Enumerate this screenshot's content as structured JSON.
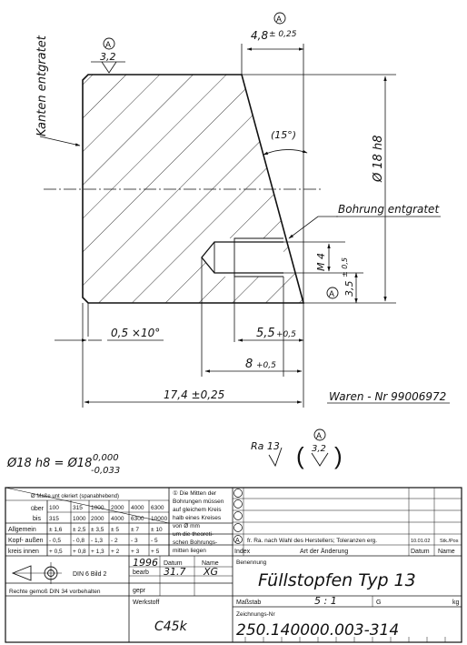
{
  "annotations": {
    "kanten_entgratet": "Kanten entgratet",
    "bohrung_entgratet": "Bohrung entgratet",
    "waren_nr": "Waren - Nr 99006972",
    "tolerance_line": "Ø18  h8  =  Ø18",
    "tolerance_upper": "0,000",
    "tolerance_lower": "-0,033"
  },
  "surface": {
    "symbol_A": "A",
    "value_32": "3,2",
    "ra_label": "Ra 13"
  },
  "dimensions": {
    "top_48": "4,8",
    "top_48_tol": "± 0,25",
    "angle_15": "(15°)",
    "dia18": "Ø 18  h8",
    "m4": "M 4",
    "d35": "3,5",
    "d35_tol": "± 0,5",
    "chamfer": "0,5 ×10°",
    "d55": "5,5",
    "d55_tol": "+0,5",
    "d8": "8",
    "d8_tol": "+0,5",
    "d174": "17,4  ±0,25"
  },
  "title_block": {
    "masse_header": "Ø Maße unt oleriert (spanabhebend)",
    "ueber": "über",
    "bis": "bis",
    "ranges_ueber": [
      "100",
      "315",
      "1000",
      "2000",
      "4000",
      "6300"
    ],
    "ranges_bis": [
      "315",
      "1000",
      "2000",
      "4000",
      "6300",
      "10000"
    ],
    "row_allgemein": "Allgemein",
    "allgemein_vals": [
      "± 1,6",
      "± 2,5",
      "± 3,5",
      "± 5",
      "± 7",
      "± 10"
    ],
    "row_kopf": "Kopf- außen",
    "kopf_vals": [
      "- 0,5",
      "- 0,8",
      "- 1,3",
      "- 2",
      "- 3",
      "- 5"
    ],
    "row_kreis": "kreis  innen",
    "kreis_vals": [
      "+ 0,5",
      "+ 0,8",
      "+ 1,3",
      "+ 2",
      "+ 3",
      "+ 5"
    ],
    "note1": "① Die Mitten der",
    "note2": "Bohrungen müssen",
    "note3": "auf gleichem Kreis",
    "note4": "halb eines Kreises",
    "note5": "von Ø          mm",
    "note6": "um die theoreti-",
    "note7": "schen Bohrungs-",
    "note8": "mitten liegen",
    "rev_text": "fr. Ra. nach Wahl des Herstellers; Toleranzen erg.",
    "rev_date": "10.01.02",
    "rev_name": "Stk./Pos",
    "index": "Index",
    "art_der_aenderung": "Art der Änderung",
    "datum": "Datum",
    "name": "Name",
    "din": "DIN 6 Bild 2",
    "rechte": "Rechte gemoß DIN 34 vorbehalten",
    "year": "1996",
    "datum_h": "Datum",
    "name_h": "Name",
    "bearb": "bearb",
    "bearb_date": "31.7",
    "bearb_name": "XG",
    "gepr": "gepr",
    "werkstoff": "Werkstoff",
    "material": "C45k",
    "benennung": "Benennung",
    "title": "Füllstopfen   Typ 13",
    "massstab": "Maßstab",
    "scale": "5 : 1",
    "g": "G",
    "kg": "kg",
    "zeichnungs_nr": "Zeichnungs-Nr",
    "drawing_no": "250.140000.003-314"
  }
}
